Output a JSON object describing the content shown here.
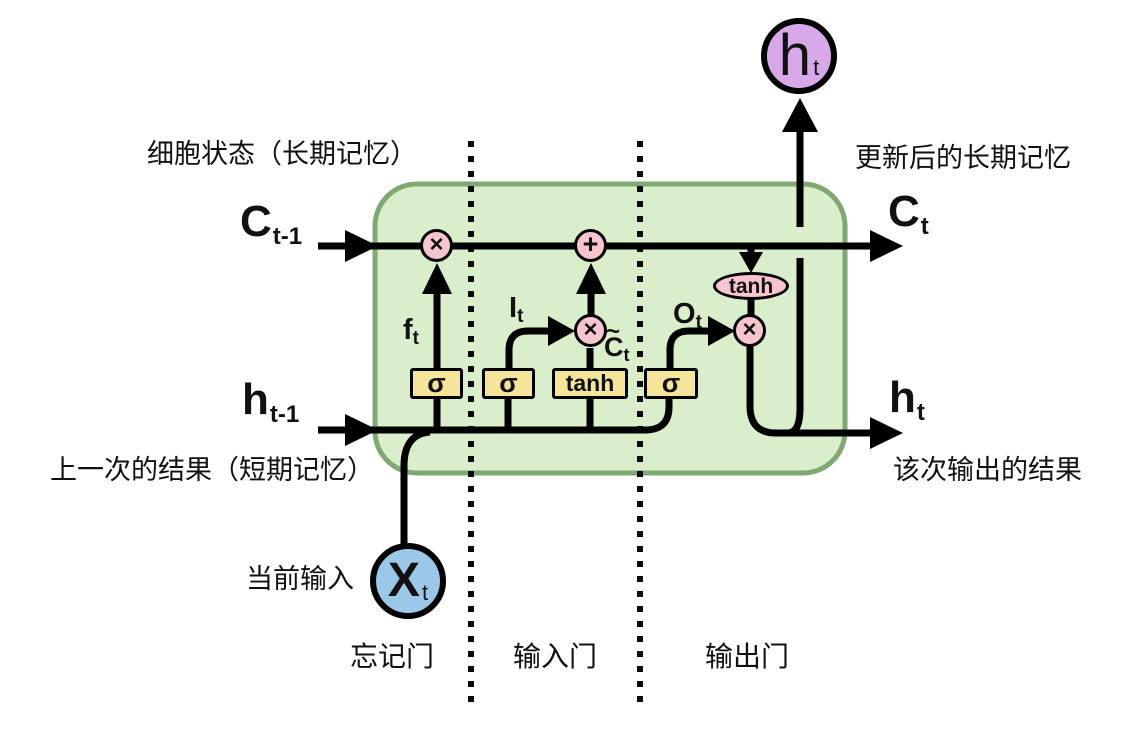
{
  "annotations": {
    "cell_state": "细胞状态（长期记忆）",
    "updated_long_term_memory": "更新后的长期记忆",
    "previous_result": "上一次的结果（短期记忆）",
    "current_output": "该次输出的结果",
    "current_input": "当前输入"
  },
  "gates": {
    "forget": "忘记门",
    "input": "输入门",
    "output": "输出门"
  },
  "wires": {
    "c_prev": {
      "base": "C",
      "sub": "t-1"
    },
    "h_prev": {
      "base": "h",
      "sub": "t-1"
    },
    "c_next": {
      "base": "C",
      "sub": "t"
    },
    "h_next": {
      "base": "h",
      "sub": "t"
    },
    "forget_signal": {
      "base": "f",
      "sub": "t"
    },
    "input_signal": {
      "base": "I",
      "sub": "t"
    },
    "output_signal": {
      "base": "O",
      "sub": "t"
    },
    "candidate": {
      "tilde": "~",
      "base": "C",
      "sub": "t"
    }
  },
  "nodes": {
    "hidden_output": {
      "base": "h",
      "sub": "t"
    },
    "current_input": {
      "base": "X",
      "sub": "t"
    },
    "sigma": "σ",
    "tanh_gate": "tanh",
    "tanh_activation": "tanh",
    "multiply": "×",
    "add": "+"
  },
  "colors": {
    "cell_fill": "#daeecb",
    "cell_border": "#80a872",
    "gate_box_fill": "#f4e59a",
    "operator_fill": "#f8c5cf",
    "input_node_fill": "#9bc7e8",
    "output_node_fill": "#d7a9e9",
    "line": "#000000"
  }
}
